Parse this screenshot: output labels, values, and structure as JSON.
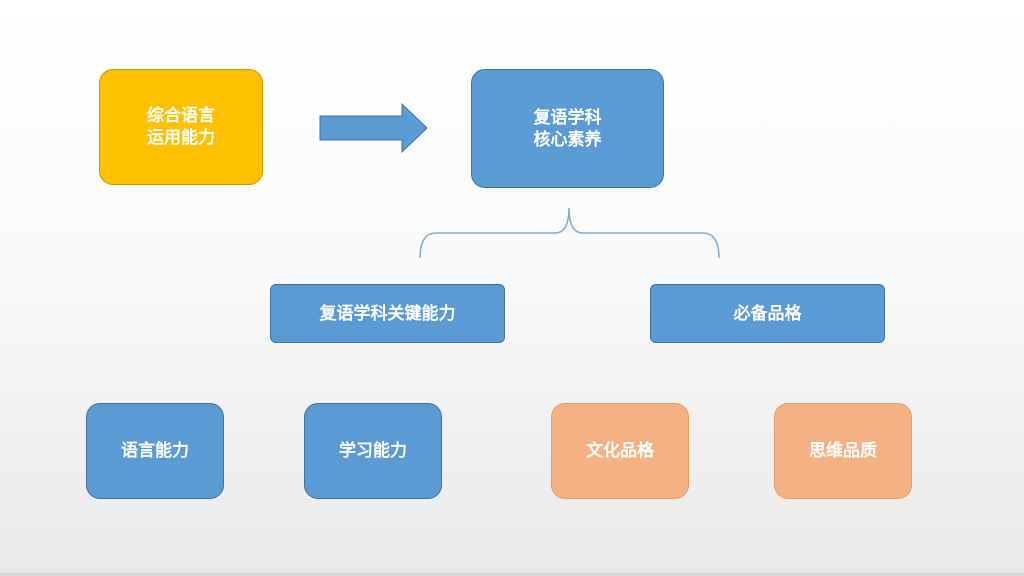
{
  "diagram": {
    "source_box": {
      "line1": "综合语言",
      "line2": "运用能力"
    },
    "core_box": {
      "line1": "复语学科",
      "line2": "核心素养"
    },
    "key_ability_box": {
      "label": "复语学科关键能力"
    },
    "character_box": {
      "label": "必备品格"
    },
    "leaves": [
      {
        "label": "语言能力"
      },
      {
        "label": "学习能力"
      },
      {
        "label": "文化品格"
      },
      {
        "label": "思维品质"
      }
    ]
  },
  "colors": {
    "yellow": "#ffc000",
    "blue": "#5b9bd5",
    "salmon": "#f4b183",
    "arrow": "#5b9bd5",
    "brace": "#7aaed8"
  }
}
